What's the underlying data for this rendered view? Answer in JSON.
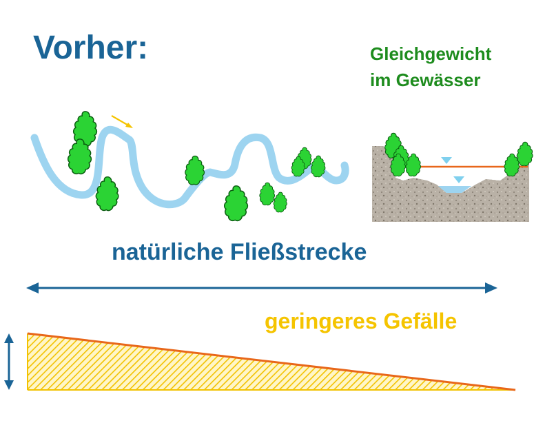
{
  "title": "Vorher:",
  "equilibrium_line1": "Gleichgewicht",
  "equilibrium_line2": "im Gewässer",
  "reach_label": "natürliche Fließstrecke",
  "slope_label": "geringeres Gefälle",
  "colors": {
    "title": "#1a6496",
    "equilibrium": "#1e8c1e",
    "river": "#9dd4f0",
    "tree": "#2bd334",
    "tree_outline": "#0a5c10",
    "arrow_blue": "#1a6496",
    "slope_text": "#f5c400",
    "slope_fill": "#f2c200",
    "slope_edge": "#e8671a",
    "soil": "#b7aea3",
    "water_level": "#e8671a",
    "water_marker": "#7fd0ee",
    "flow_arrow": "#f5c400"
  },
  "icons": [
    "tree-icon",
    "flow-arrow-icon",
    "water-level-marker-icon",
    "double-arrow-icon"
  ]
}
